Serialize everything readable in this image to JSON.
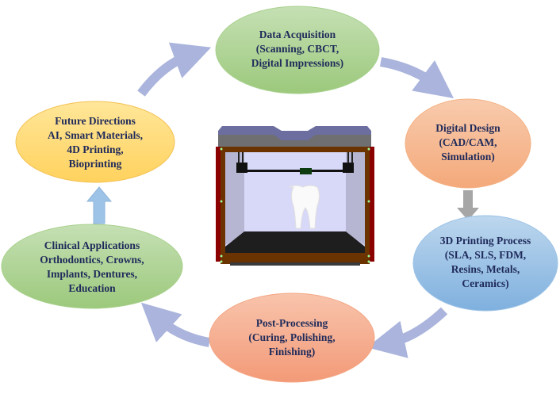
{
  "nodes": {
    "data_acquisition": {
      "lines": [
        "Data Acquisition",
        "(Scanning, CBCT,",
        "Digital Impressions)"
      ],
      "color": "#a9d18e"
    },
    "digital_design": {
      "lines": [
        "Digital Design",
        "(CAD/CAM,",
        "Simulation)"
      ],
      "color": "#f4b183"
    },
    "printing_process": {
      "lines": [
        "3D Printing Process",
        "(SLA, SLS, FDM,",
        "Resins, Metals,",
        "Ceramics)"
      ],
      "color": "#9dc3e6"
    },
    "post_processing": {
      "lines": [
        "Post-Processing",
        "(Curing, Polishing,",
        "Finishing)"
      ],
      "color": "#f4a582"
    },
    "clinical_applications": {
      "lines": [
        "Clinical Applications",
        "Orthodontics, Crowns,",
        "Implants, Dentures,",
        "Education"
      ],
      "color": "#a9d18e"
    },
    "future_directions": {
      "lines": [
        "Future Directions",
        "AI, Smart Materials,",
        "4D Printing,",
        "Bioprinting"
      ],
      "color": "#ffd966"
    }
  },
  "colors": {
    "text": "#1f2a5a",
    "curved_arrow": "#aab4dc",
    "down_arrow": "#a6a6a6",
    "up_arrow": "#9dc3e6"
  },
  "center_image": {
    "icon": "3d-printer-with-tooth-icon"
  }
}
